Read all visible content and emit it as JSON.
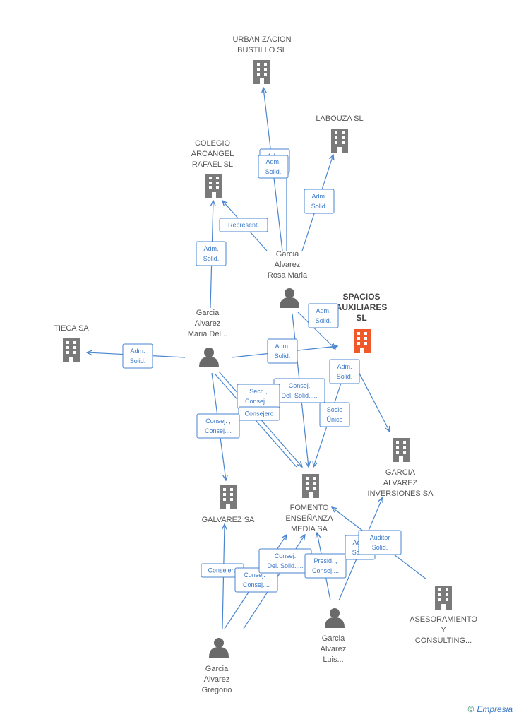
{
  "colors": {
    "edge": "#4a86d0",
    "company": "#7a7a7a",
    "focus_company": "#f05a2a",
    "person": "#6a6a6a"
  },
  "nodes": [
    {
      "id": "urbanizacion",
      "kind": "company",
      "label": [
        "URBANIZACION",
        "BUSTILLO SL"
      ]
    },
    {
      "id": "labouza",
      "kind": "company",
      "label": [
        "LABOUZA SL"
      ]
    },
    {
      "id": "colegio",
      "kind": "company",
      "label": [
        "COLEGIO",
        "ARCANGEL",
        "RAFAEL  SL"
      ]
    },
    {
      "id": "spacios",
      "kind": "company",
      "focus": true,
      "label": [
        "SPACIOS",
        "AUXILIARES",
        "SL"
      ]
    },
    {
      "id": "tieca",
      "kind": "company",
      "label": [
        "TIECA SA"
      ]
    },
    {
      "id": "garcia_inversiones",
      "kind": "company",
      "label": [
        "GARCIA",
        "ALVAREZ",
        "INVERSIONES SA"
      ]
    },
    {
      "id": "galvarez",
      "kind": "company",
      "label": [
        "GALVAREZ SA"
      ]
    },
    {
      "id": "fomento",
      "kind": "company",
      "label": [
        "FOMENTO",
        "ENSEÑANZA",
        "MEDIA SA"
      ]
    },
    {
      "id": "asesoramiento",
      "kind": "company",
      "label": [
        "ASESORAMIENTO",
        "Y",
        "CONSULTING..."
      ]
    },
    {
      "id": "rosa",
      "kind": "person",
      "label": [
        "Garcia",
        "Alvarez",
        "Rosa Maria"
      ]
    },
    {
      "id": "mariadel",
      "kind": "person",
      "label": [
        "Garcia",
        "Alvarez",
        "Maria Del..."
      ]
    },
    {
      "id": "gregorio",
      "kind": "person",
      "label": [
        "Garcia",
        "Alvarez",
        "Gregorio"
      ]
    },
    {
      "id": "luis",
      "kind": "person",
      "label": [
        "Garcia",
        "Alvarez",
        "Luis..."
      ]
    }
  ],
  "edges": [
    {
      "id": "rosa-urbanizacion",
      "label": [
        "Adm.",
        "Solid."
      ]
    },
    {
      "id": "rosa-urbanizacion-2",
      "label": [
        "Adm.",
        "Solid."
      ]
    },
    {
      "id": "rosa-labouza",
      "label": [
        "Adm.",
        "Solid."
      ]
    },
    {
      "id": "rosa-colegio",
      "label": [
        "Represent."
      ]
    },
    {
      "id": "mariadel-colegio",
      "label": [
        "Adm.",
        "Solid."
      ]
    },
    {
      "id": "rosa-spacios",
      "label": [
        "Adm.",
        "Solid."
      ]
    },
    {
      "id": "mariadel-tieca",
      "label": [
        "Adm.",
        "Solid."
      ]
    },
    {
      "id": "mariadel-spacios",
      "label": [
        "Adm.",
        "Solid."
      ]
    },
    {
      "id": "spacios-inversiones",
      "label": [
        "Adm.",
        "Solid."
      ]
    },
    {
      "id": "rosa-fomento",
      "label": [
        "Consej.",
        "Del. Solid.,..."
      ]
    },
    {
      "id": "mariadel-fomento",
      "label": [
        "Secr. ,",
        "Consej...."
      ]
    },
    {
      "id": "mariadel-fomento-2",
      "label": [
        "Consejero"
      ]
    },
    {
      "id": "mariadel-galvarez",
      "label": [
        "Consej. ,",
        "Consej...."
      ]
    },
    {
      "id": "spacios-fomento",
      "label": [
        "Socio",
        "Único"
      ]
    },
    {
      "id": "gregorio-galvarez",
      "label": [
        "Consejero"
      ]
    },
    {
      "id": "gregorio-fomento",
      "label": [
        "Consej. ,",
        "Consej...."
      ]
    },
    {
      "id": "gregorio-fomento-2",
      "label": [
        "Consej.",
        "Del. Solid.,..."
      ]
    },
    {
      "id": "luis-fomento",
      "label": [
        "Presid. ,",
        "Consej...."
      ]
    },
    {
      "id": "luis-inversiones",
      "label": [
        "Adm.",
        "Solid."
      ]
    },
    {
      "id": "asesoramiento-fomento",
      "label": [
        "Auditor",
        "Solid."
      ]
    }
  ],
  "footer": {
    "copyright": "©",
    "brand": "Empresia"
  }
}
